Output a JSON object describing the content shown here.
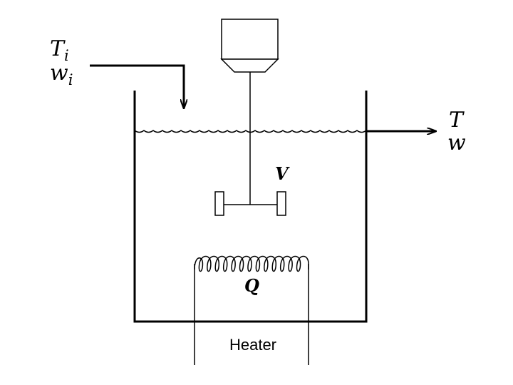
{
  "inlet": {
    "temperature": "T",
    "temperature_sub": "i",
    "flow": "w",
    "flow_sub": "i"
  },
  "outlet": {
    "temperature": "T",
    "flow": "w"
  },
  "tank": {
    "volume": "V"
  },
  "heater": {
    "heat": "Q",
    "label": "Heater"
  },
  "colors": {
    "stroke": "#000000",
    "background": "#ffffff"
  }
}
